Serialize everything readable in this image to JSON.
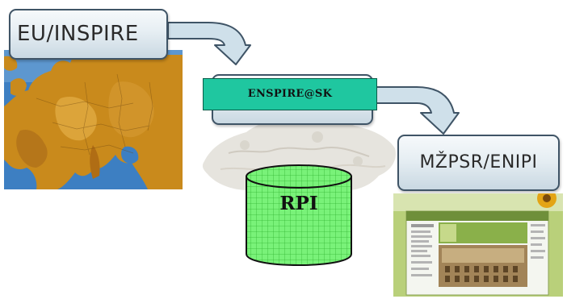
{
  "boxes": {
    "eu": "EU/INSPIRE",
    "enspire": "ENSPIRE@SK",
    "ministry": "MŽPSR/ENIPI"
  },
  "database": {
    "label": "RPI"
  },
  "colors": {
    "box_border": "#3f5466",
    "box_fill": "#e6eef3",
    "enspire_fill": "#1fc7a0",
    "cylinder_fill": "#79f279",
    "arrow_fill": "#cfe0ea",
    "europe_land": "#c98a1c",
    "europe_sea": "#3d7fc2",
    "slovakia_map": "#e6e4de"
  },
  "icons": {
    "europe": "europe-map-image",
    "slovakia": "slovakia-map-image",
    "database": "database-cylinder-icon",
    "portal": "website-screenshot-image"
  }
}
